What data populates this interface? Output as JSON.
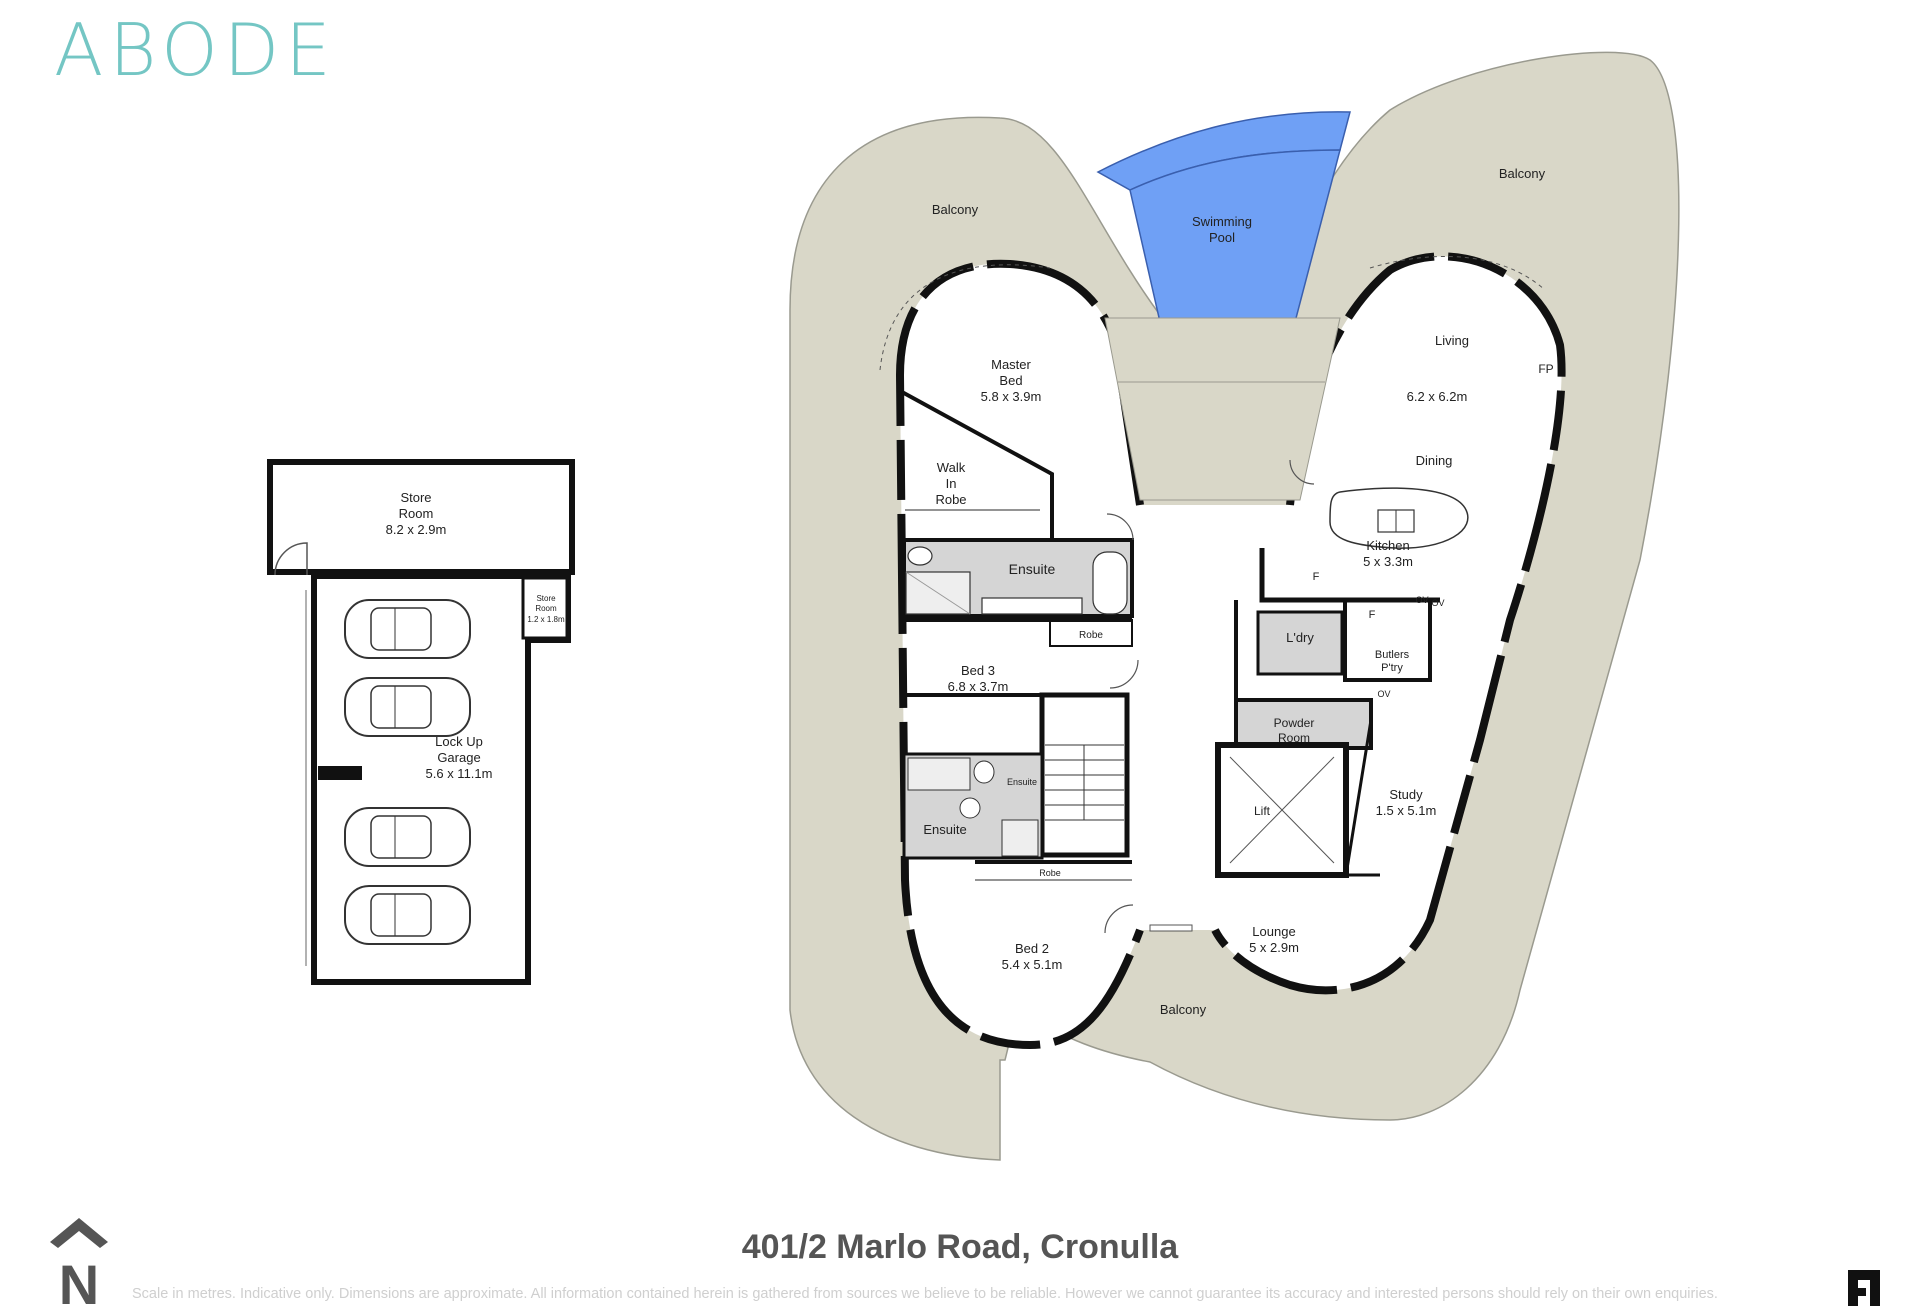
{
  "header": {
    "brand": "ABODE"
  },
  "footer": {
    "address": "401/2 Marlo Road, Cronulla",
    "disclaimer": "Scale in metres. Indicative only. Dimensions are approximate. All information contained herein is gathered from sources we believe to be reliable. However we cannot guarantee its accuracy and interested persons should rely on their own enquiries.",
    "north_mark": "N"
  },
  "garage_plan": {
    "store_room": {
      "name1": "Store",
      "name2": "Room",
      "size": "8.2 x 2.9m"
    },
    "small_store": {
      "name1": "Store",
      "name2": "Room",
      "size": "1.2 x 1.8m"
    },
    "garage": {
      "name1": "Lock Up",
      "name2": "Garage",
      "size": "5.6 x 11.1m"
    }
  },
  "unit_plan": {
    "balcony_left": "Balcony",
    "balcony_right": "Balcony",
    "balcony_bottom": "Balcony",
    "pool": {
      "line1": "Swimming",
      "line2": "Pool"
    },
    "master_bed": {
      "line1": "Master",
      "line2": "Bed",
      "size": "5.8 x 3.9m"
    },
    "walk_in_robe": {
      "line1": "Walk",
      "line2": "In",
      "line3": "Robe"
    },
    "ensuite_main": "Ensuite",
    "robe_1": "Robe",
    "bed3": {
      "name": "Bed 3",
      "size": "6.8 x 3.7m"
    },
    "ensuite_2": "Ensuite",
    "ensuite_3": "Ensuite",
    "robe_2": "Robe",
    "bed2": {
      "name": "Bed 2",
      "size": "5.4 x 5.1m"
    },
    "living": {
      "name": "Living",
      "size": "6.2 x 6.2m"
    },
    "dining": "Dining",
    "fp": "FP",
    "kitchen": {
      "name": "Kitchen",
      "size": "5 x 3.3m"
    },
    "fridge_1": "F",
    "fridge_2": "F",
    "oven_1": "OV",
    "oven_2": "OV",
    "oven_3": "OV",
    "laundry": "L'dry",
    "butlers": {
      "line1": "Butlers",
      "line2": "P'try"
    },
    "powder_room": {
      "line1": "Powder",
      "line2": "Room"
    },
    "lift": "Lift",
    "study": {
      "name": "Study",
      "size": "1.5 x 5.1m"
    },
    "lounge": {
      "name": "Lounge",
      "size": "5 x 2.9m"
    }
  },
  "colors": {
    "brand": "#74c6c4",
    "balcony": "#d9d7c8",
    "pool": "#6fa0f5",
    "wet_area": "#d5d5d5",
    "wall": "#111111",
    "floor": "#ffffff"
  }
}
